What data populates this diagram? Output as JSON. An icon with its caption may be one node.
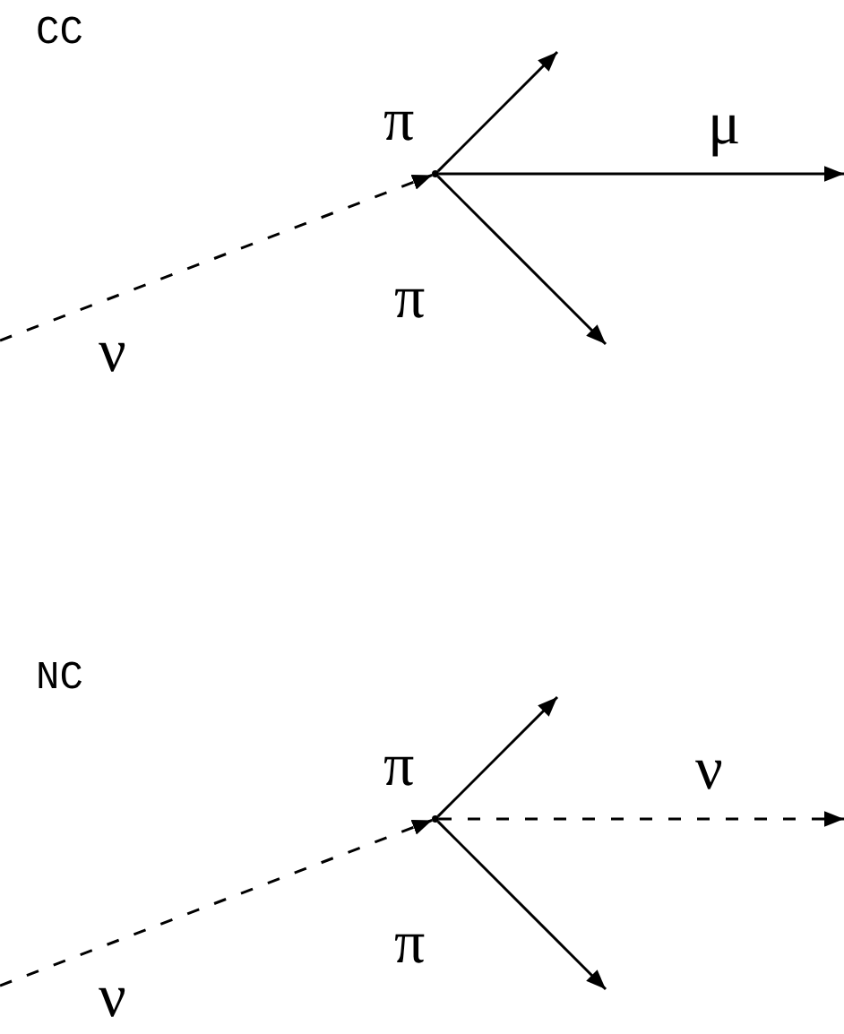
{
  "diagram": {
    "nodes": [
      {
        "text": [],
        "shape": "point"
      },
      {
        "text": [],
        "shape": "point"
      }
    ],
    "edges": [
      {
        "from": null,
        "to": 0,
        "arrow": "to",
        "style": "dashed",
        "label": "ν"
      },
      {
        "from": 0,
        "to": null,
        "arrow": "to",
        "label": "π"
      },
      {
        "from": 0,
        "to": null,
        "arrow": "to",
        "label": "μ"
      },
      {
        "from": 0,
        "to": null,
        "arrow": "to",
        "label": "π"
      },
      {
        "from": null,
        "to": 1,
        "arrow": "to",
        "style": "dashed",
        "label": "ν"
      },
      {
        "from": 1,
        "to": null,
        "arrow": "to",
        "label": "π"
      },
      {
        "from": 1,
        "to": null,
        "arrow": "to",
        "style": "dashed",
        "label": "ν"
      },
      {
        "from": 1,
        "to": null,
        "arrow": "to",
        "label": "π"
      }
    ],
    "labels": [
      "CC",
      "NC"
    ]
  }
}
